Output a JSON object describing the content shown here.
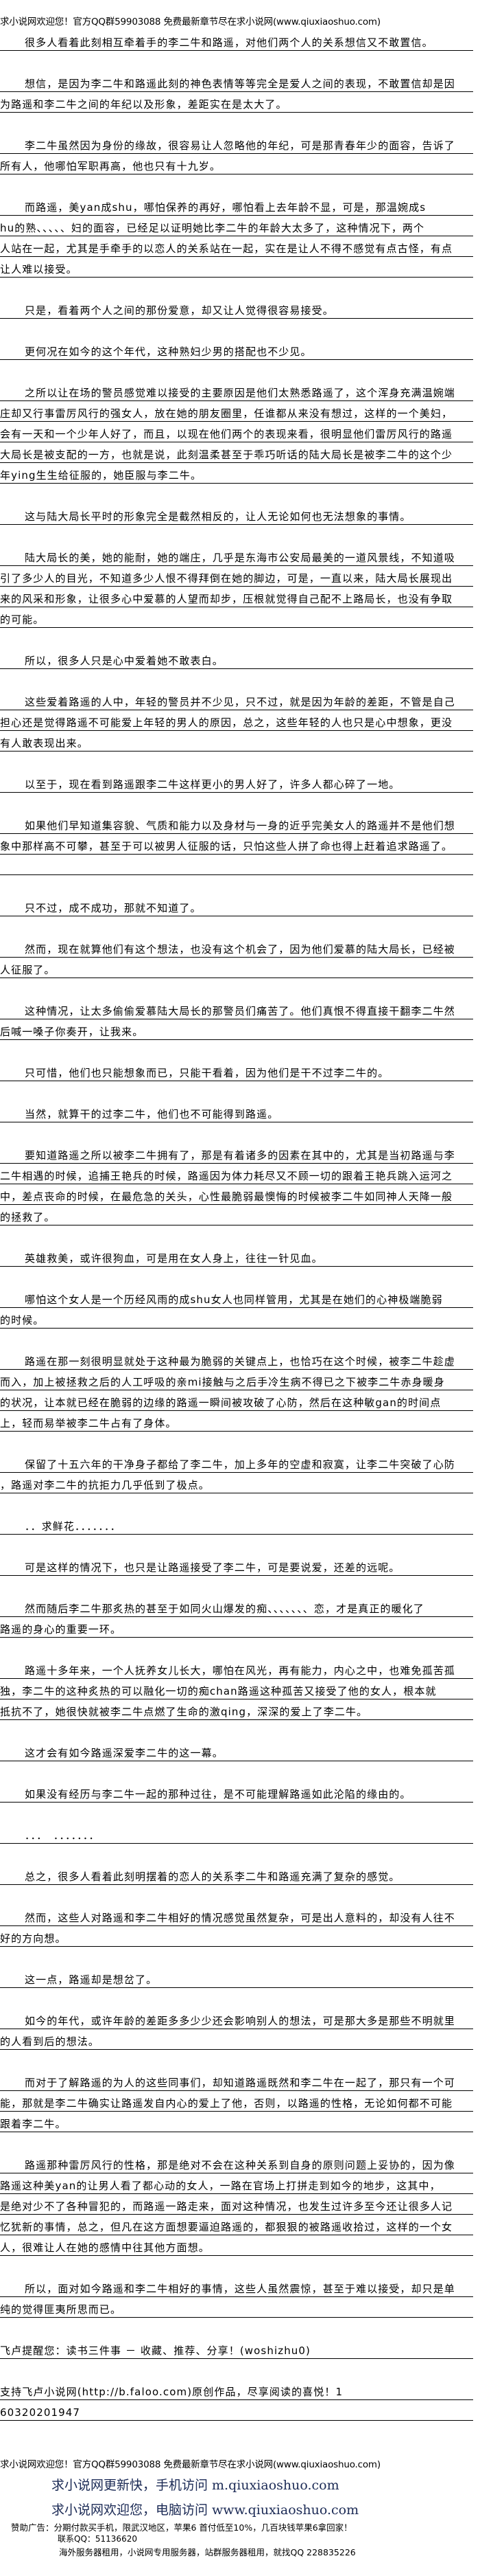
{
  "header": {
    "welcome": "求小说网欢迎您！官方QQ群59903088 免费最新章节尽在求小说网(www.qiuxiaoshuo.com)"
  },
  "paragraphs": [
    {
      "indent": true,
      "lines": [
        "很多人看着此刻相互牵着手的李二牛和路遥，对他们两个人的关系想信又不敢置信。"
      ]
    },
    {
      "indent": true,
      "lines": [
        "想信，是因为李二牛和路遥此刻的神色表情等等完全是爱人之间的表现，不敢置信却是因",
        "为路遥和李二牛之间的年纪以及形象，差距实在是太大了。"
      ]
    },
    {
      "indent": true,
      "lines": [
        "李二牛虽然因为身份的缘故，很容易让人忽略他的年纪，可是那青春年少的面容，告诉了",
        "所有人，他哪怕军职再高，他也只有十九岁。"
      ]
    },
    {
      "indent": true,
      "lines": [
        "而路遥，美yan成shu，哪怕保养的再好，哪怕看上去年龄不显，可是，那温婉成s",
        "hu的熟、、、、、妇的面容，已经足以证明她比李二牛的年龄大太多了，这种情况下，两个",
        "人站在一起，尤其是手牵手的以恋人的关系站在一起，实在是让人不得不感觉有点古怪，有点",
        "让人难以接受。"
      ]
    },
    {
      "indent": true,
      "lines": [
        "只是，看着两个人之间的那份爱意，却又让人觉得很容易接受。"
      ]
    },
    {
      "indent": true,
      "lines": [
        "更何况在如今的这个年代，这种熟妇少男的搭配也不少见。"
      ]
    },
    {
      "indent": true,
      "lines": [
        "之所以让在场的警员感觉难以接受的主要原因是他们太熟悉路遥了，这个浑身充满温婉端",
        "庄却又行事雷厉风行的强女人，放在她的朋友圈里，任谁都从来没有想过，这样的一个美妇，",
        "会有一天和一个少年人好了，而且，以现在他们两个的表现来看，很明显他们雷厉风行的路遥",
        "大局长是被支配的一方，也就是说，此刻温柔甚至于乖巧听话的陆大局长是被李二牛的这个少",
        "年ying生生给征服的，她臣服与李二牛。"
      ]
    },
    {
      "indent": true,
      "lines": [
        "这与陆大局长平时的形象完全是截然相反的，让人无论如何也无法想象的事情。"
      ]
    },
    {
      "indent": true,
      "lines": [
        "陆大局长的美，她的能耐，她的端庄，几乎是东海市公安局最美的一道风景线，不知道吸",
        "引了多少人的目光，不知道多少人恨不得拜倒在她的脚边，可是，一直以来，陆大局长展现出",
        "来的风采和形象，让很多心中爱慕的人望而却步，压根就觉得自己配不上路局长，也没有争取",
        "的可能。"
      ]
    },
    {
      "indent": true,
      "lines": [
        "所以，很多人只是心中爱着她不敢表白。"
      ]
    },
    {
      "indent": true,
      "lines": [
        "这些爱着路遥的人中，年轻的警员并不少见，只不过，就是因为年龄的差距，不管是自己",
        "担心还是觉得路遥不可能爱上年轻的男人的原因，总之，这些年轻的人也只是心中想象，更没",
        "有人敢表现出来。"
      ]
    },
    {
      "indent": true,
      "lines": [
        "以至于，现在看到路遥跟李二牛这样更小的男人好了，许多人都心碎了一地。"
      ]
    },
    {
      "indent": true,
      "lines": [
        "如果他们早知道集容貌、气质和能力以及身材与一身的近乎完美女人的路遥并不是他们想",
        "象中那样高不可攀，甚至于可以被男人征服的话，只怕这些人拼了命也得上赶着追求路遥了。",
        ""
      ]
    },
    {
      "indent": true,
      "lines": [
        "只不过，成不成功，那就不知道了。"
      ]
    },
    {
      "indent": true,
      "lines": [
        "然而，现在就算他们有这个想法，也没有这个机会了，因为他们爱慕的陆大局长，已经被",
        "人征服了。"
      ]
    },
    {
      "indent": true,
      "lines": [
        "这种情况，让太多偷偷爱慕陆大局长的那警员们痛苦了。他们真恨不得直接干翻李二牛然",
        "后喊一嗓子你奏开，让我来。"
      ]
    },
    {
      "indent": true,
      "lines": [
        "只可惜，他们也只能想象而已，只能干看着，因为他们是干不过李二牛的。"
      ]
    },
    {
      "indent": true,
      "lines": [
        "当然，就算干的过李二牛，他们也不可能得到路遥。"
      ]
    },
    {
      "indent": true,
      "lines": [
        "要知道路遥之所以被李二牛拥有了，那是有着诸多的因素在其中的，尤其是当初路遥与李",
        "二牛相遇的时候，追捕王艳兵的时候，路遥因为体力耗尽又不顾一切的跟着王艳兵跳入运河之",
        "中，差点丧命的时候，在最危急的关头，心性最脆弱最懊悔的时候被李二牛如同神人天降一般",
        "的拯救了。"
      ]
    },
    {
      "indent": true,
      "lines": [
        "英雄救美，或许很狗血，可是用在女人身上，往往一针见血。"
      ]
    },
    {
      "indent": true,
      "lines": [
        "哪怕这个女人是一个历经风雨的成shu女人也同样管用，尤其是在她们的心神极端脆弱",
        "的时候。"
      ]
    },
    {
      "indent": true,
      "lines": [
        "路遥在那一刻很明显就处于这种最为脆弱的关键点上，也恰巧在这个时候，被李二牛趁虚",
        "而入，加上被拯救之后的人工呼吸的亲mi接触与之后手冷生病不得已之下被李二牛赤身暖身",
        "的状况，让本就已经在脆弱的边缘的路遥一瞬间被攻破了心防，然后在这种敏gan的时间点",
        "上，轻而易举被李二牛占有了身体。"
      ]
    },
    {
      "indent": true,
      "lines": [
        "保留了十五六年的干净身子都给了李二牛，加上多年的空虚和寂寞，让李二牛突破了心防",
        "，路遥对李二牛的抗拒力几乎低到了极点。"
      ]
    },
    {
      "indent": true,
      "lines": [
        "．．求鲜花．．．．．．．"
      ]
    },
    {
      "indent": true,
      "lines": [
        "可是这样的情况下，也只是让路遥接受了李二牛，可是要说爱，还差的远呢。"
      ]
    },
    {
      "indent": true,
      "lines": [
        "然而随后李二牛那炙热的甚至于如同火山爆发的痴、、、、、、、恋，才是真正的暖化了",
        "路遥的身心的重要一环。"
      ]
    },
    {
      "indent": true,
      "lines": [
        "路遥十多年来，一个人抚养女儿长大，哪怕在风光，再有能力，内心之中，也难免孤苦孤",
        "独，李二牛的这种炙热的可以融化一切的痴chan路遥这种孤苦又接受了他的女人，根本就",
        "抵抗不了，她很快就被李二牛点燃了生命的激qing，深深的爱上了李二牛。"
      ]
    },
    {
      "indent": true,
      "lines": [
        "这才会有如今路遥深爱李二牛的这一幕。"
      ]
    },
    {
      "indent": true,
      "lines": [
        "如果没有经历与李二牛一起的那种过往，是不可能理解路遥如此沦陷的缘由的。"
      ]
    },
    {
      "indent": true,
      "lines": [
        "．．．　．．．．．．．"
      ]
    },
    {
      "indent": true,
      "lines": [
        "总之，很多人看着此刻明摆着的恋人的关系李二牛和路遥充满了复杂的感觉。"
      ]
    },
    {
      "indent": true,
      "lines": [
        "然而，这些人对路遥和李二牛相好的情况感觉虽然复杂，可是出人意料的，却没有人往不",
        "好的方向想。"
      ]
    },
    {
      "indent": true,
      "lines": [
        "这一点，路遥却是想岔了。"
      ]
    },
    {
      "indent": true,
      "lines": [
        "如今的年代，或许年龄的差距多多少少还会影响别人的想法，可是那大多是那些不明就里",
        "的人看到后的想法。"
      ]
    },
    {
      "indent": true,
      "lines": [
        "而对于了解路遥的为人的这些同事们，却知道路遥既然和李二牛在一起了，那只有一个可",
        "能，那就是李二牛确实让路遥发自内心的爱上了他，否则，以路遥的性格，无论如何都不可能",
        "跟着李二牛。"
      ]
    },
    {
      "indent": true,
      "lines": [
        "路遥那种雷厉风行的性格，那是绝对不会在这种关系到自身的原则问题上妥协的，因为像",
        "路遥这种美yan的让男人看了都心动的女人，一路在官场上打拼走到如今的地步，这其中，",
        "是绝对少不了各种冒犯的，而路遥一路走来，面对这种情况，也发生过许多至今还让很多人记",
        "忆犹新的事情，总之，但凡在这方面想要逼迫路遥的，都狠狠的被路遥收拾过，这样的一个女",
        "人，很难让人在她的感情中往其他方面想。"
      ]
    },
    {
      "indent": true,
      "lines": [
        "所以，面对如今路遥和李二牛相好的事情，这些人虽然震惊，甚至于难以接受，却只是单",
        "纯的觉得匪夷所思而已。"
      ]
    },
    {
      "indent": false,
      "lines": [
        "飞卢提醒您：读书三件事 － 收藏、推荐、分享！(woshizhu0)"
      ]
    },
    {
      "indent": false,
      "lines": [
        "支持飞卢小说网(http://b.faloo.com)原创作品，尽享阅读的喜悦！1",
        "60320201947"
      ]
    }
  ],
  "footer": {
    "welcome": "求小说网欢迎您！官方QQ群59903088 免费最新章节尽在求小说网(www.qiuxiaoshuo.com)",
    "mobile": "求小说网更新快，手机访问 m.qiuxiaoshuo.com",
    "desktop": "求小说网欢迎您，电脑访问 www.qiuxiaoshuo.com",
    "ad": "赞助广告：分期付款买手机，限武汉地区，苹果6 首付低至10%，几百块钱苹果6拿回家！",
    "ad_contact": "联系QQ：51136620",
    "server_ad": "海外服务器租用，小说网专用服务器，站群服务器租用，就找QQ 228835226"
  },
  "colors": {
    "text": "#000000",
    "footer_link": "#1b2a55"
  }
}
